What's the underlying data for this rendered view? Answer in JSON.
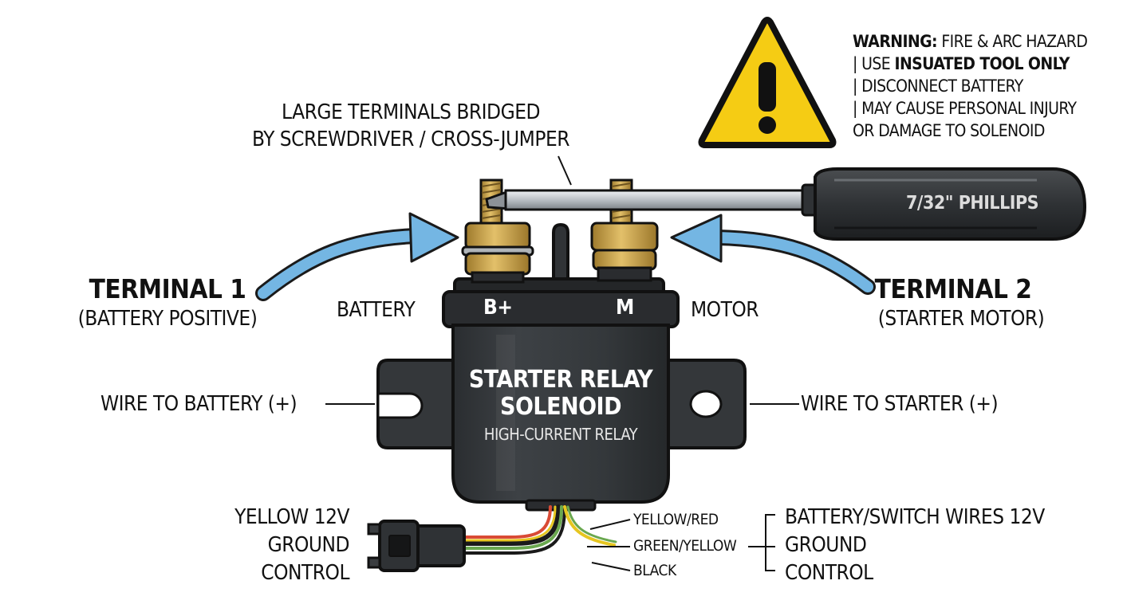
{
  "colors": {
    "relay_body": "#2f3235",
    "relay_cap": "#242628",
    "brass": "#c9a249",
    "arrow_blue": "#74b6e3",
    "warning_yellow": "#f5cc14",
    "wire_yellow": "#e6c620",
    "wire_red": "#d94a35",
    "wire_green": "#6aa84f",
    "wire_black": "#1a1a1a"
  },
  "icons": {
    "warning": "warning-triangle-icon",
    "tool": "screwdriver-icon"
  },
  "warning": {
    "line1_bold": "WARNING:",
    "line1_rest": " FIRE & ARC HAZARD",
    "line2_prefix": "| USE ",
    "line2_bold": "INSUATED TOOL ONLY",
    "line3": "| DISCONNECT BATTERY",
    "line4": "| MAY CAUSE PERSONAL INJURY",
    "line5": "OR DAMAGE TO SOLENOID"
  },
  "callout": {
    "line1": "LARGE TERMINALS BRIDGED",
    "line2": "BY SCREWDRIVER / CROSS-JUMPER"
  },
  "screwdriver_label": "7/32\" PHILLIPS",
  "terminal1": {
    "title": "TERMINAL 1",
    "subtitle": "(BATTERY POSITIVE)"
  },
  "terminal2": {
    "title": "TERMINAL 2",
    "subtitle": "(STARTER MOTOR)"
  },
  "relay": {
    "left_post_label": "BATTERY",
    "right_post_label": "MOTOR",
    "left_post_mark": "B+",
    "right_post_mark": "M",
    "title_line1": "STARTER RELAY",
    "title_line2": "SOLENOID",
    "subtitle": "HIGH-CURRENT RELAY"
  },
  "wire_left": "WIRE TO BATTERY (+)",
  "wire_right": "WIRE TO STARTER (+)",
  "connector_left": {
    "line1": "YELLOW 12V",
    "line2": "GROUND",
    "line3": "CONTROL"
  },
  "wire_colors": {
    "w1": "YELLOW/RED",
    "w2": "GREEN/YELLOW",
    "w3": "BLACK"
  },
  "connector_right": {
    "line1": "BATTERY/SWITCH WIRES 12V",
    "line2": "GROUND",
    "line3": "CONTROL"
  }
}
